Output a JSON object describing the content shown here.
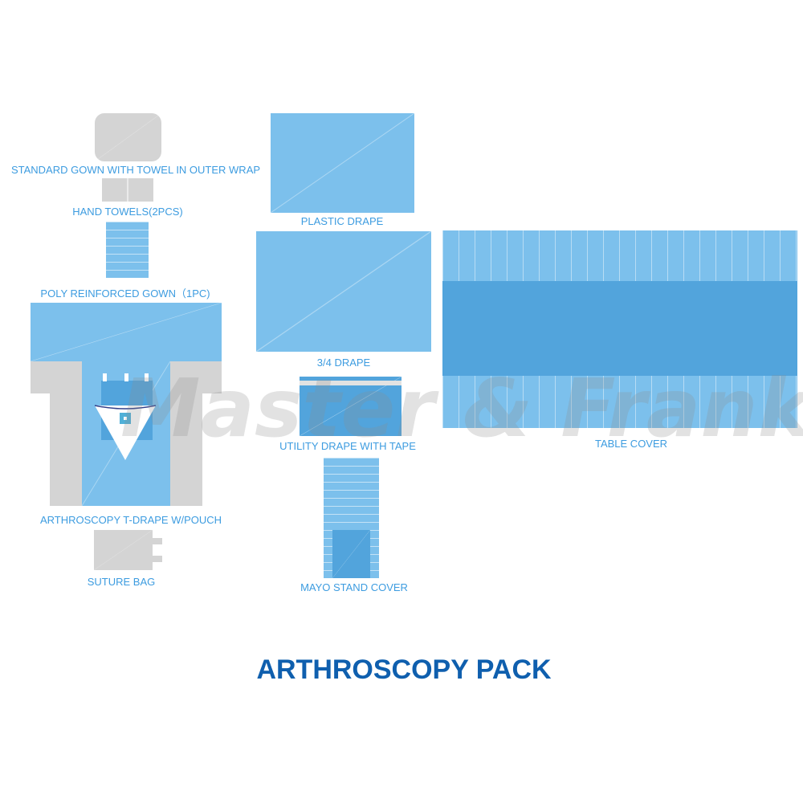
{
  "items": {
    "gown_wrap": "STANDARD GOWN WITH TOWEL IN OUTER WRAP",
    "hand_towels": "HAND TOWELS(2PCS)",
    "poly_gown": "POLY REINFORCED GOWN（1PC)",
    "t_drape": "ARTHROSCOPY T-DRAPE W/POUCH",
    "suture_bag": "SUTURE BAG",
    "plastic_drape": "PLASTIC DRAPE",
    "three_quarter_drape": "3/4 DRAPE",
    "utility_drape": "UTILITY DRAPE  WITH TAPE",
    "mayo_cover": "MAYO STAND COVER",
    "table_cover": "TABLE COVER"
  },
  "title": "ARTHROSCOPY PACK",
  "watermark": "Master & Frank",
  "colors": {
    "light_blue": "#7cc0ec",
    "dark_blue": "#52a4dc",
    "gray": "#d4d4d4",
    "label": "#3d9ce0",
    "title": "#0f5fae"
  }
}
